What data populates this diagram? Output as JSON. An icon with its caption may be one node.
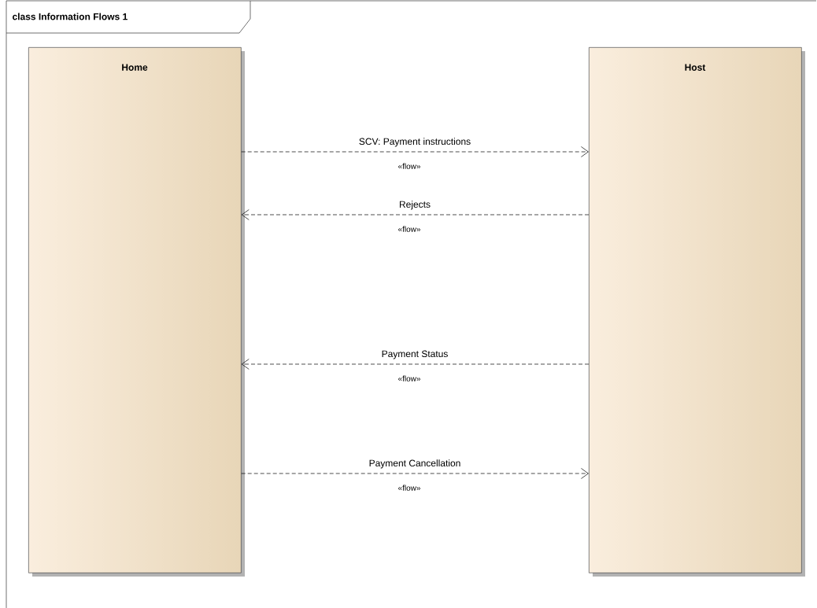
{
  "diagram": {
    "title": "class Information Flows 1",
    "nodes": [
      {
        "text": [
          "Home"
        ]
      },
      {
        "text": [
          "Host"
        ]
      }
    ],
    "edges": [
      {
        "from": 0,
        "to": 1,
        "arrow": "to",
        "style": "dashed",
        "label": "SCV: Payment instructions"
      },
      {
        "from": 1,
        "to": 0,
        "arrow": "to",
        "style": "dashed",
        "label": "Rejects"
      },
      {
        "from": 1,
        "to": 0,
        "arrow": "to",
        "style": "dashed",
        "label": "Payment Status"
      },
      {
        "from": 0,
        "to": 1,
        "arrow": "to",
        "style": "dashed",
        "label": "Payment Cancellation"
      }
    ],
    "labels": [
      "«flow»",
      "«flow»",
      "«flow»",
      "«flow»"
    ]
  }
}
